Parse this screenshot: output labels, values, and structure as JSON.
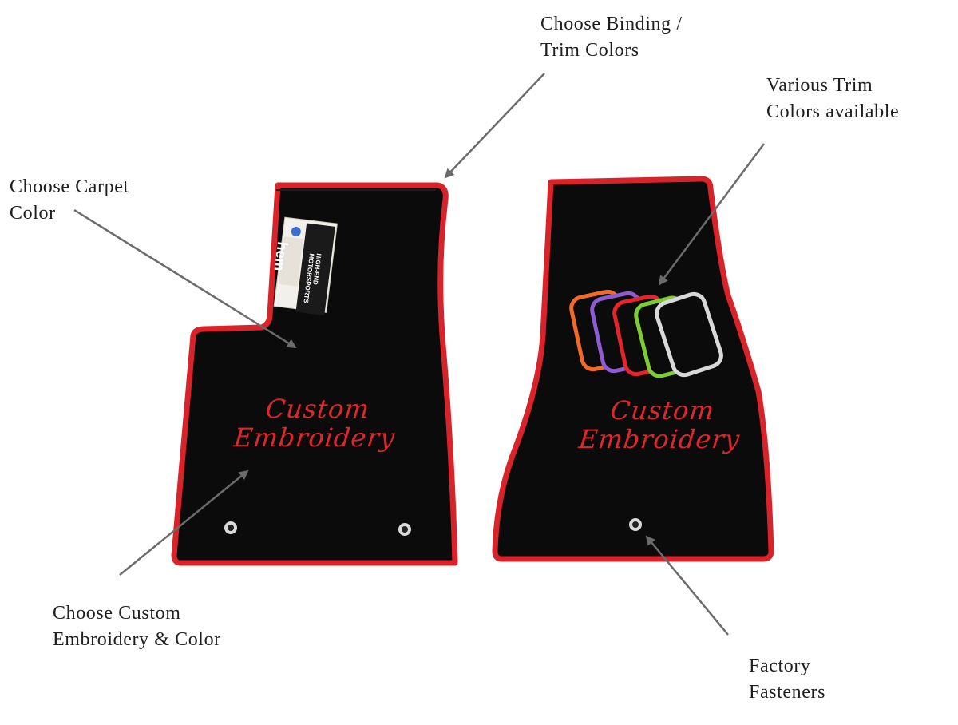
{
  "callouts": {
    "binding": {
      "line1": "Choose Binding /",
      "line2": "Trim Colors"
    },
    "trim_colors": {
      "line1": "Various Trim",
      "line2": "Colors available"
    },
    "carpet": {
      "line1": "Choose Carpet",
      "line2": "Color"
    },
    "embroidery": {
      "line1": "Choose Custom",
      "line2": "Embroidery & Color"
    },
    "fasteners": {
      "line1": "Factory",
      "line2": "Fasteners"
    }
  },
  "mats": {
    "left": {
      "embroidery_line1": "Custom",
      "embroidery_line2": "Embroidery"
    },
    "right": {
      "embroidery_line1": "Custom",
      "embroidery_line2": "Embroidery"
    }
  },
  "tag": {
    "logo": "hem",
    "line1": "HIGH-END",
    "line2": "MOTORSPORTS"
  },
  "colors": {
    "carpet": "#0b0b0b",
    "binding": "#d8232a",
    "embroidery": "#e0262b",
    "arrow": "#6b6b6b",
    "swatch_trims": [
      "#f06a2a",
      "#8e5bd0",
      "#e3262b",
      "#7ccc35",
      "#d9d9d9"
    ]
  }
}
